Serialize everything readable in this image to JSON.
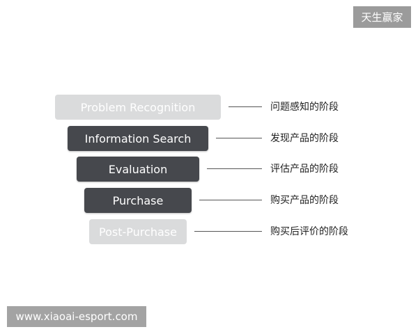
{
  "watermarks": {
    "top": "天生赢家",
    "bottom": "www.xiaoai-esport.com"
  },
  "stages": [
    {
      "label": "Problem Recognition",
      "description": "问题感知的阶段",
      "tone": "light"
    },
    {
      "label": "Information Search",
      "description": "发现产品的阶段",
      "tone": "dark"
    },
    {
      "label": "Evaluation",
      "description": "评估产品的阶段",
      "tone": "dark"
    },
    {
      "label": "Purchase",
      "description": "购买产品的阶段",
      "tone": "dark"
    },
    {
      "label": "Post-Purchase",
      "description": "购买后评价的阶段",
      "tone": "light"
    }
  ],
  "colors": {
    "light_stage": "#dadbdc",
    "dark_stage": "#46484d",
    "connector": "#555555"
  }
}
